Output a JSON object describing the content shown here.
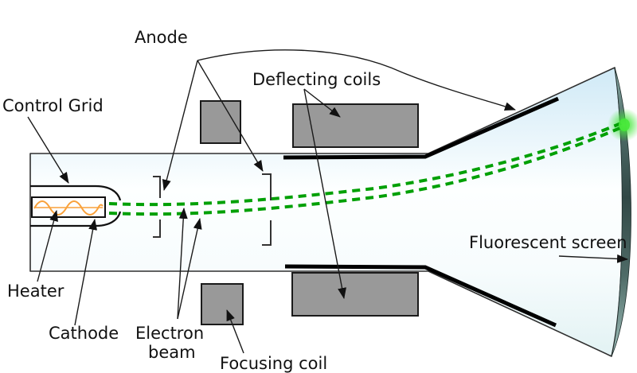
{
  "diagram": {
    "type": "cathode-ray-tube-cutaway",
    "labels": {
      "anode": "Anode",
      "deflecting_coils": "Deflecting coils",
      "control_grid": "Control Grid",
      "heater": "Heater",
      "cathode": "Cathode",
      "electron_beam_line1": "Electron",
      "electron_beam_line2": "beam",
      "focusing_coil": "Focusing coil",
      "fluorescent_screen": "Fluorescent screen"
    },
    "colors": {
      "beam": "#00a005",
      "glow": "#46e838",
      "coil_fill": "#999999",
      "heater": "#f9a13a",
      "outline": "#1a1a1a",
      "tube_tint": "#d7ecf7",
      "screen_band": "#3c5553"
    }
  }
}
